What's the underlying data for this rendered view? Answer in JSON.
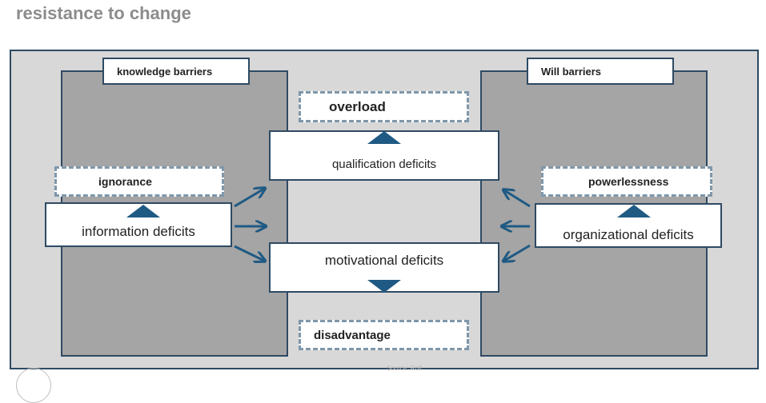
{
  "title": "resistance to change",
  "knowledge_barriers": {
    "label": "knowledge barriers",
    "ignorance": "ignorance",
    "information_deficits": "information deficits"
  },
  "will_barriers": {
    "label": "Will barriers",
    "powerlessness": "powerlessness",
    "organizational_deficits": "organizational deficits"
  },
  "center": {
    "overload": "overload",
    "qualification_deficits": "qualification deficits",
    "motivational_deficits": "motivational deficits",
    "disadvantage": "disadvantage"
  },
  "source": "Source: Rolf",
  "colors": {
    "border": "#2e4a63",
    "accent": "#1f5a84",
    "panel": "#a5a5a5",
    "frame": "#d8d8d8",
    "dashed": "#7f97aa"
  }
}
